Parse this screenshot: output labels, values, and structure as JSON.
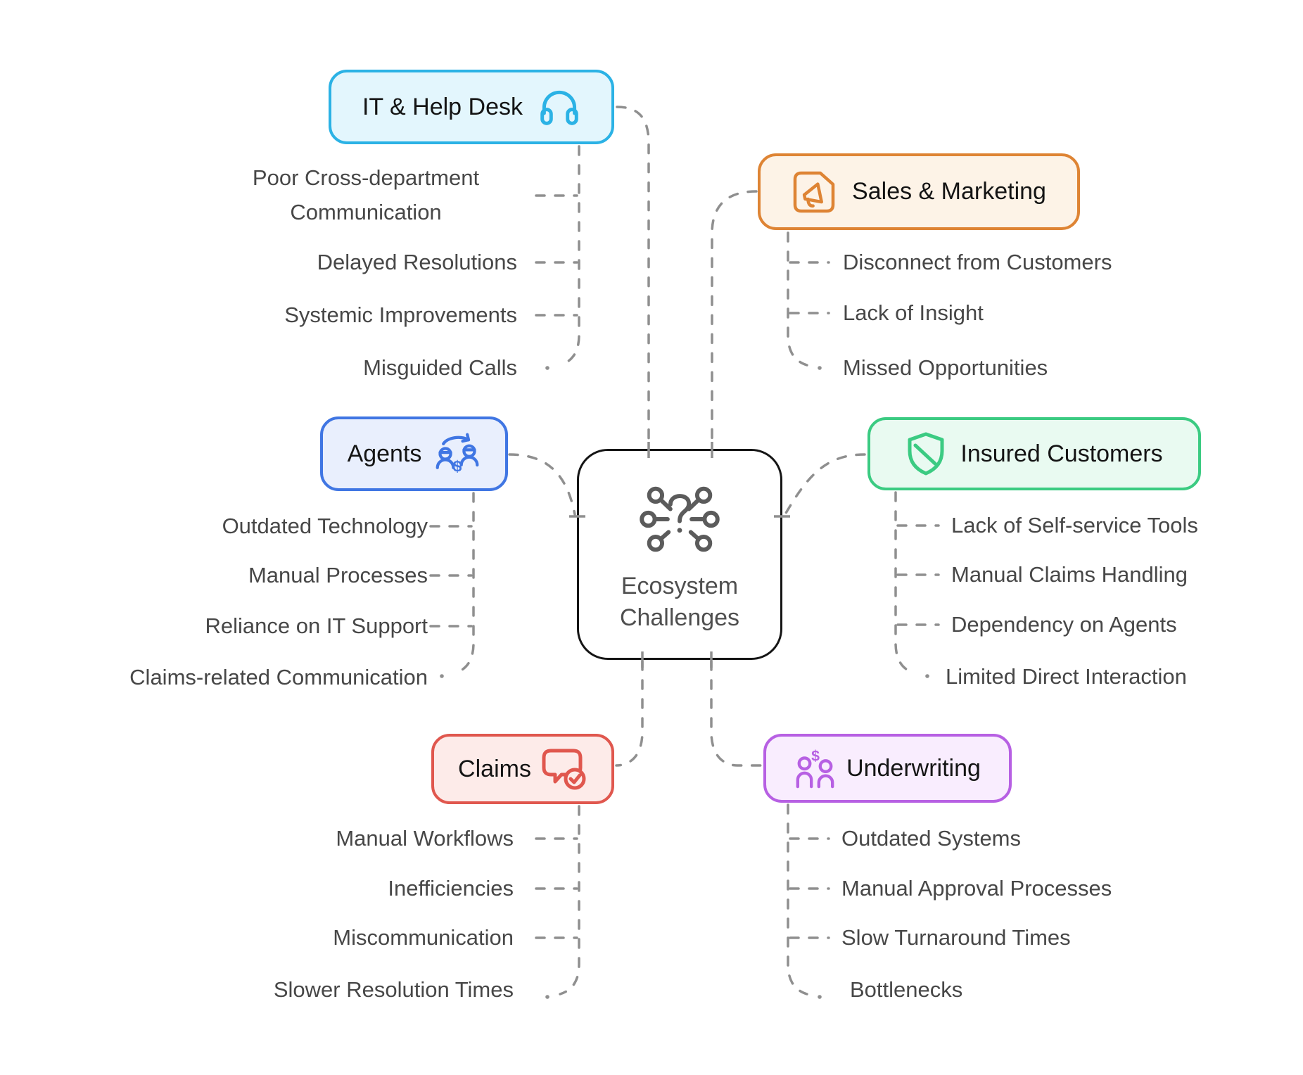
{
  "central": {
    "label": "Ecosystem Challenges",
    "icon": "question-network-icon"
  },
  "branches": {
    "it": {
      "label": "IT & Help Desk",
      "icon": "headphones-icon",
      "accent": "#2bb2e5",
      "fill": "#e3f6fd",
      "items": [
        "Poor Cross-department Communication",
        "Delayed Resolutions",
        "Systemic Improvements",
        "Misguided Calls"
      ]
    },
    "sales": {
      "label": "Sales & Marketing",
      "icon": "megaphone-document-icon",
      "accent": "#de8434",
      "fill": "#fdf3e7",
      "items": [
        "Disconnect from Customers",
        "Lack of Insight",
        "Missed Opportunities"
      ]
    },
    "agents": {
      "label": "Agents",
      "icon": "people-exchange-dollar-icon",
      "accent": "#4076e3",
      "fill": "#e9effd",
      "items": [
        "Outdated Technology",
        "Manual Processes",
        "Reliance on IT Support",
        "Claims-related Communication"
      ]
    },
    "insured": {
      "label": "Insured Customers",
      "icon": "shield-icon",
      "accent": "#3bcb82",
      "fill": "#e9faf1",
      "items": [
        "Lack of Self-service Tools",
        "Manual Claims Handling",
        "Dependency on Agents",
        "Limited Direct Interaction"
      ]
    },
    "claims": {
      "label": "Claims",
      "icon": "chat-check-icon",
      "accent": "#e0574e",
      "fill": "#fdebe9",
      "items": [
        "Manual Workflows",
        "Inefficiencies",
        "Miscommunication",
        "Slower Resolution Times"
      ]
    },
    "underwriting": {
      "label": "Underwriting",
      "icon": "people-dollar-icon",
      "accent": "#b760e3",
      "fill": "#f9edfe",
      "items": [
        "Outdated Systems",
        "Manual Approval Processes",
        "Slow Turnaround Times",
        "Bottlenecks"
      ]
    }
  },
  "connector_color": "#8f8f8f",
  "text_color": "#474747"
}
